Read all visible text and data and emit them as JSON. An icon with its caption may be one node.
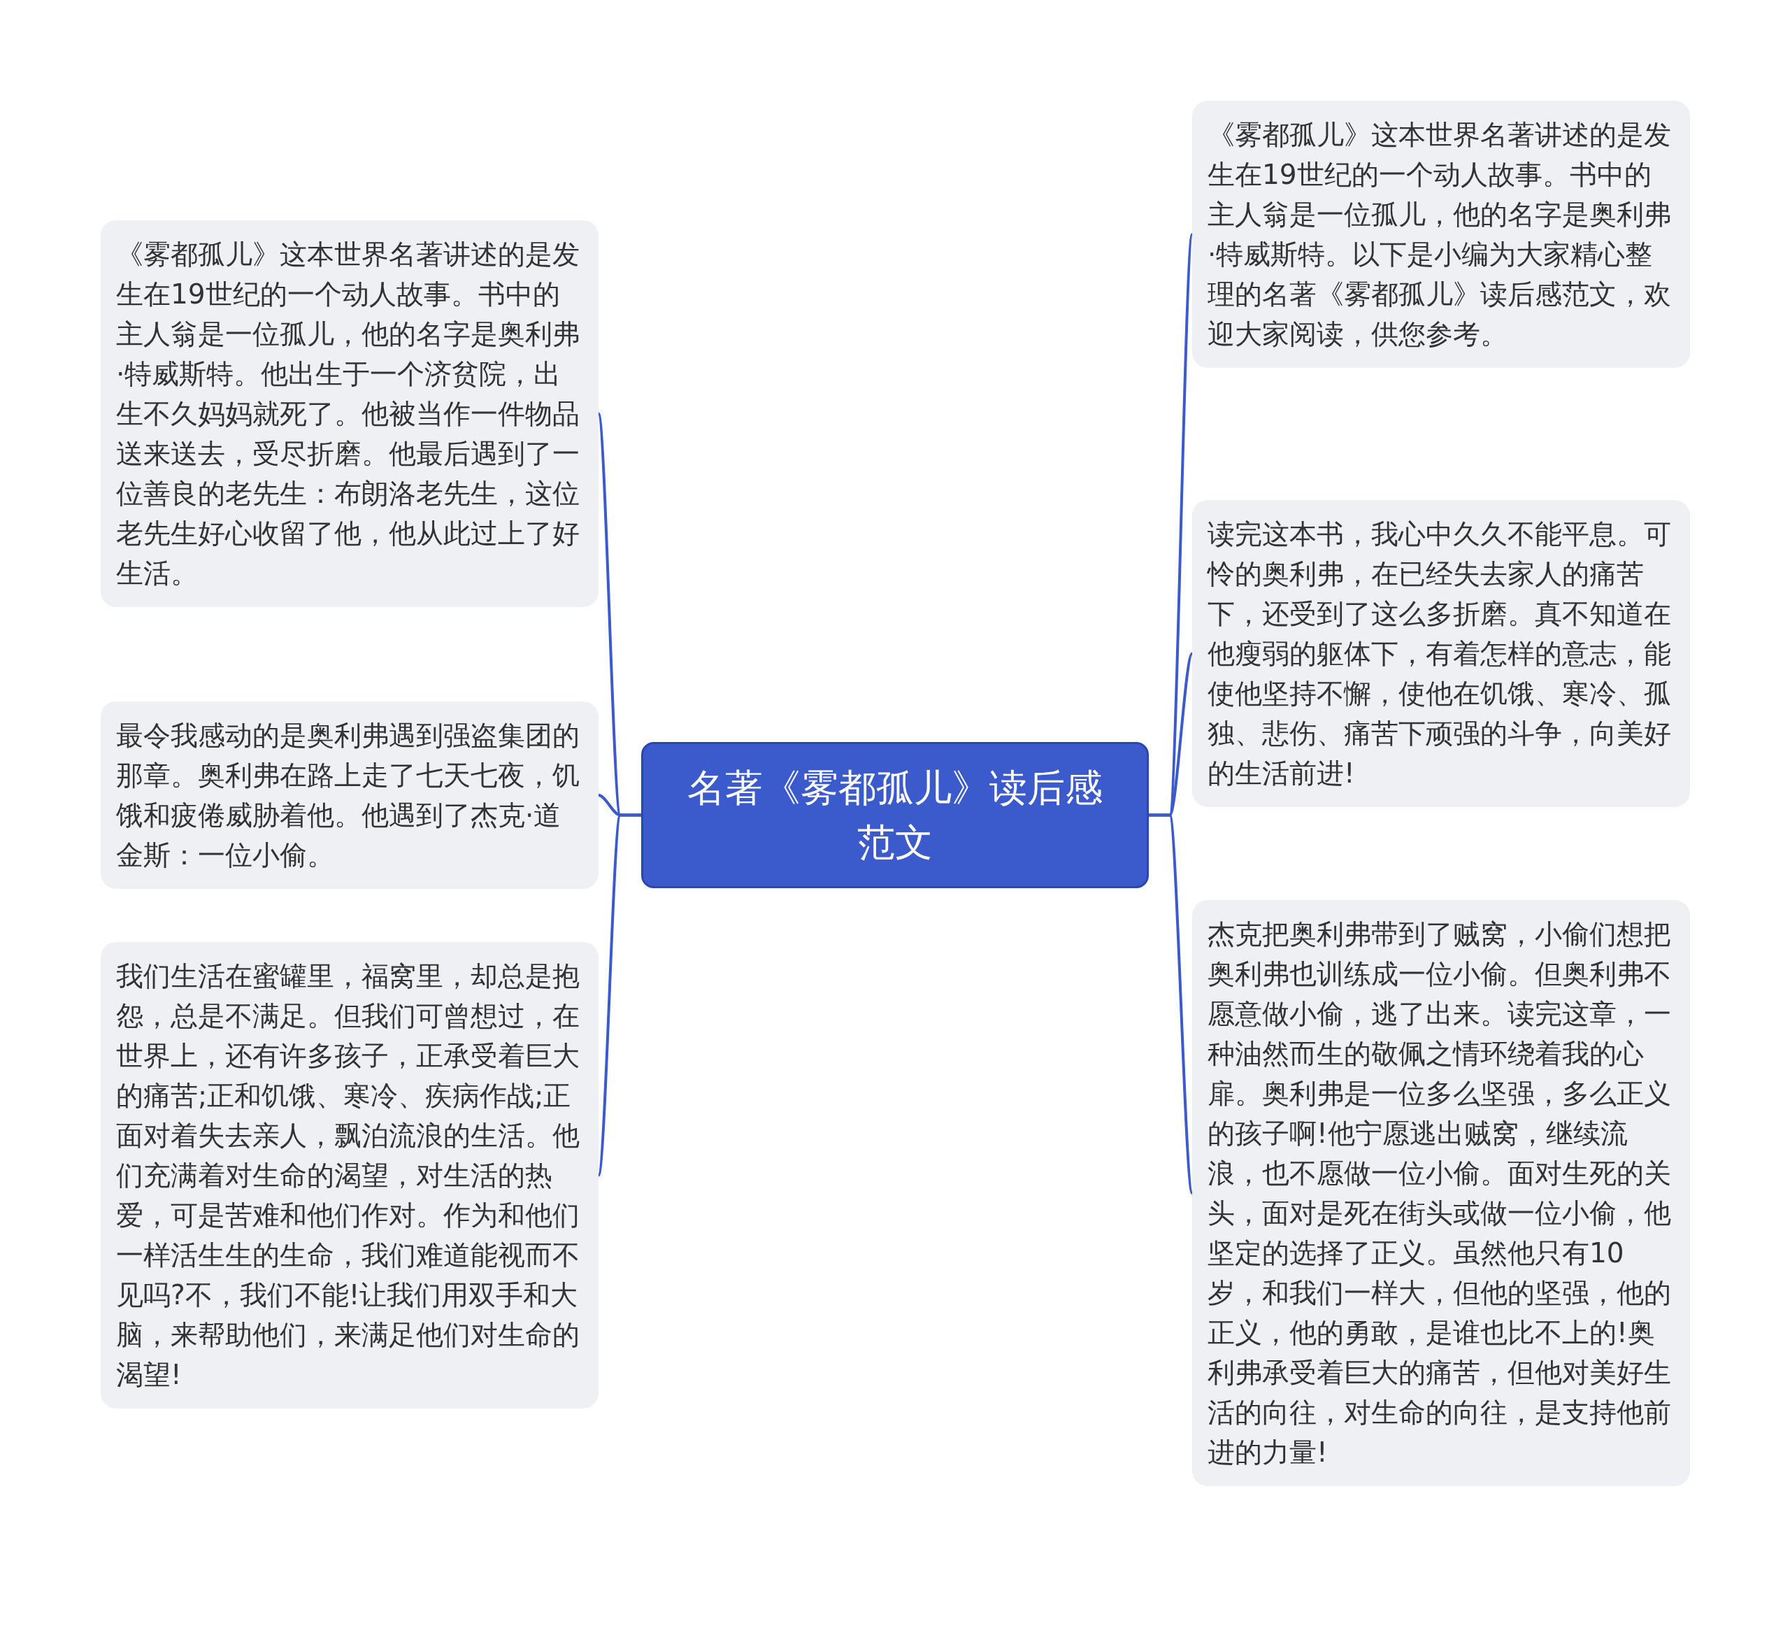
{
  "diagram": {
    "nodes": [
      {
        "text": [
          "名著《雾都孤儿》读后感范文"
        ]
      },
      {
        "text": [
          "《雾都孤儿》这本世界名著讲述的是发生在19世纪的一个动人故事。书中的主人翁是一位孤儿，他的名字是奥利弗·特威斯特。他出生于一个济贫院，出生不久妈妈就死了。他被当作一件物品送来送去，受尽折磨。他最后遇到了一位善良的老先生：布朗洛老先生，这位老先生好心收留了他，他从此过上了好生活。"
        ]
      },
      {
        "text": [
          "最令我感动的是奥利弗遇到强盗集团的那章。奥利弗在路上走了七天七夜，饥饿和疲倦威胁着他。他遇到了杰克·道金斯：一位小偷。"
        ]
      },
      {
        "text": [
          "我们生活在蜜罐里，福窝里，却总是抱怨，总是不满足。但我们可曾想过，在世界上，还有许多孩子，正承受着巨大的痛苦;正和饥饿、寒冷、疾病作战;正面对着失去亲人，飘泊流浪的生活。他们充满着对生命的渴望，对生活的热爱，可是苦难和他们作对。作为和他们一样活生生的生命，我们难道能视而不见吗?不，我们不能!让我们用双手和大脑，来帮助他们，来满足他们对生命的渴望!"
        ]
      },
      {
        "text": [
          "《雾都孤儿》这本世界名著讲述的是发生在19世纪的一个动人故事。书中的主人翁是一位孤儿，他的名字是奥利弗·特威斯特。以下是小编为大家精心整理的名著《雾都孤儿》读后感范文，欢迎大家阅读，供您参考。"
        ]
      },
      {
        "text": [
          "读完这本书，我心中久久不能平息。可怜的奥利弗，在已经失去家人的痛苦下，还受到了这么多折磨。真不知道在他瘦弱的躯体下，有着怎样的意志，能使他坚持不懈，使他在饥饿、寒冷、孤独、悲伤、痛苦下顽强的斗争，向美好的生活前进!"
        ]
      },
      {
        "text": [
          "杰克把奥利弗带到了贼窝，小偷们想把奥利弗也训练成一位小偷。但奥利弗不愿意做小偷，逃了出来。读完这章，一种油然而生的敬佩之情环绕着我的心扉。奥利弗是一位多么坚强，多么正义的孩子啊!他宁愿逃出贼窝，继续流浪，也不愿做一位小偷。面对生死的关头，面对是死在街头或做一位小偷，他坚定的选择了正义。虽然他只有10岁，和我们一样大，但他的坚强，他的正义，他的勇敢，是谁也比不上的!奥利弗承受着巨大的痛苦，但他对美好生活的向往，对生命的向往，是支持他前进的力量!"
        ]
      }
    ],
    "edges": [
      {
        "from": 0,
        "to": 1,
        "arrow": "none"
      },
      {
        "from": 0,
        "to": 2,
        "arrow": "none"
      },
      {
        "from": 0,
        "to": 3,
        "arrow": "none"
      },
      {
        "from": 0,
        "to": 4,
        "arrow": "none"
      },
      {
        "from": 0,
        "to": 5,
        "arrow": "none"
      },
      {
        "from": 0,
        "to": 6,
        "arrow": "none"
      }
    ]
  }
}
